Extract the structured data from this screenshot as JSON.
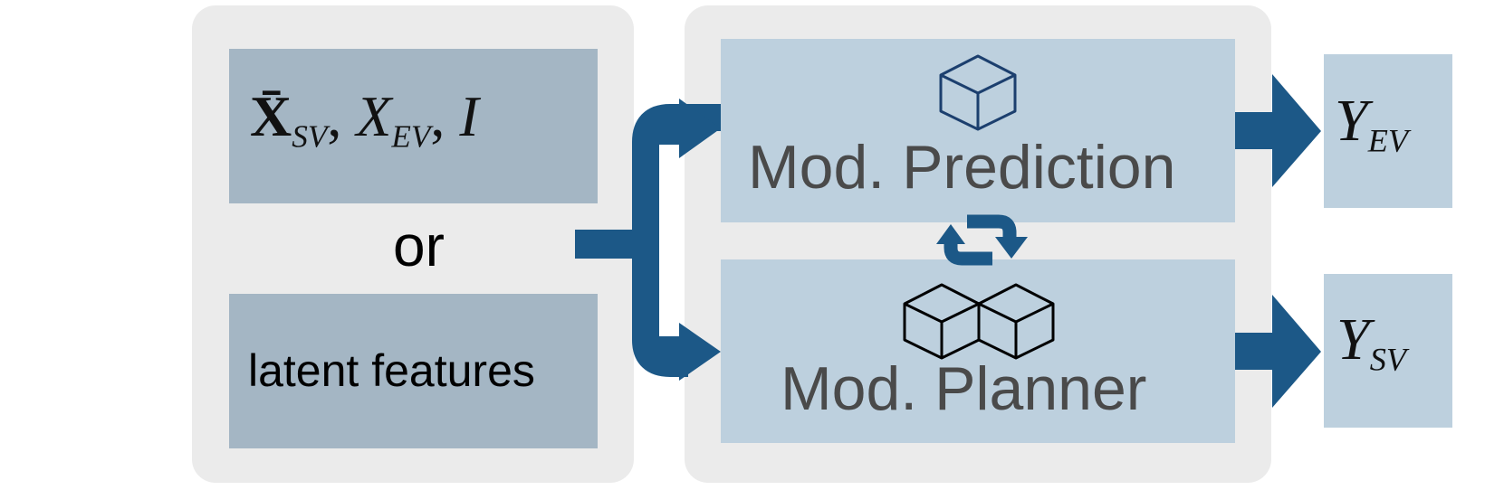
{
  "inputs": {
    "symbols": {
      "x_bar": "X̄",
      "sub_sv": "SV",
      "sep1": ",",
      "x_ev": "X",
      "sub_ev": "EV",
      "sep2": ",",
      "i": "I"
    },
    "or_label": "or",
    "latent_label": "latent features"
  },
  "modules": {
    "prediction_label": "Mod. Prediction",
    "planner_label": "Mod. Planner"
  },
  "outputs": {
    "y_ev": {
      "base": "Y",
      "sub": "EV"
    },
    "y_sv": {
      "base": "Y",
      "sub": "SV"
    }
  },
  "colors": {
    "arrow": "#1c5887",
    "panel": "#ebebeb",
    "input_box": "#a4b6c4",
    "module_box": "#bdd0de",
    "prediction_cube": "#1c3f6e",
    "planner_cubes": "#000000"
  },
  "icons": {
    "prediction": "cube-icon",
    "planner": "double-cube-icon",
    "interaction": "refresh-icon"
  }
}
